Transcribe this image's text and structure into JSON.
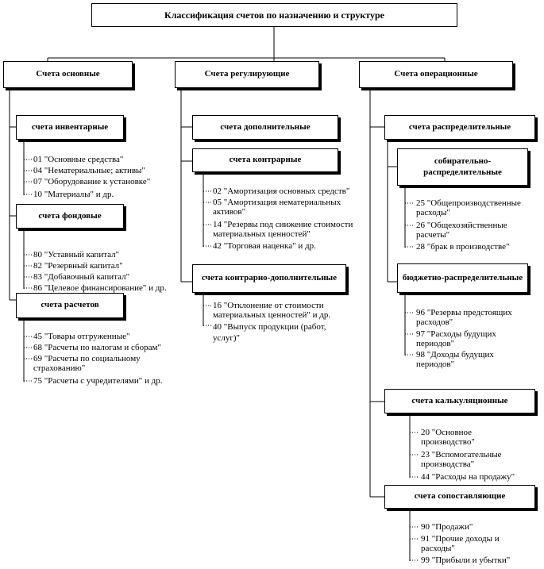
{
  "title": "Классификация  счетов по назначению  и структуре",
  "columns": {
    "main": {
      "label": "Счета основные",
      "groups": {
        "inventory": {
          "label": "счета инвентарные",
          "items": [
            "01 \"Основные средства\"",
            "04 \"Нематериальные; активы\"",
            "07 \"Оборудование к установке\"",
            "10 \"Материалы\" и др."
          ]
        },
        "funds": {
          "label": "счета фондовые",
          "items": [
            "80 \"Уставный капитал\"",
            "82 \"Резервный капитал\"",
            "83 \"Добавочный капитал\"",
            "86 \"Целевое финансирование\"  и др."
          ]
        },
        "settlements": {
          "label": "счета расчетов",
          "items": [
            "45 \"Товары отгруженные\"",
            "68 \"Расчеты по налогам  и сборам\"",
            "69 \"Расчеты по социальному страхованию\"",
            "75 \"Расчеты с учредителями\" и др."
          ]
        }
      }
    },
    "regulating": {
      "label": "Счета регулирующие",
      "groups": {
        "additional": {
          "label": "счета дополнительные",
          "items": []
        },
        "contra": {
          "label": "счета контрарные",
          "items": [
            "02 \"Амортизация основных средств\"",
            "05 \"Амортизация нематериальных активов\"",
            "14 \"Резервы под снижение стоимости  материальных ценностей\"",
            "42 \"Торговая наценка\"  и др."
          ]
        },
        "contra_additional": {
          "label": "счета контрарно-дополнительные",
          "items": [
            "16 \"Отклонение  от стоимости материальных  ценностей\"  и др.",
            "40 \"Выпуск продукции (работ, услуг)\""
          ]
        }
      }
    },
    "operational": {
      "label": "Счета операционные",
      "groups": {
        "distributive": {
          "label": "счета распределительные"
        },
        "collective": {
          "label": "собирательно-распределительные",
          "items": [
            "25 \"Общепроизводственные расходы\"",
            "26 \"Общехозяйственные расчеты\"",
            "28 \"брак в производстве\""
          ]
        },
        "budget": {
          "label": "бюджетно-распределительные",
          "items": [
            "96 \"Резервы предстоящих расходов\"",
            "97 \"Расходы будущих периодов\"",
            "98 \"Доходы будущих периодов\""
          ]
        },
        "calculation": {
          "label": "счета калькуляционные",
          "items": [
            "20 \"Основное производство\"",
            "23 \"Вспомогательные производства\"",
            "44 \"Расходы на продажу\""
          ]
        },
        "comparison": {
          "label": "счета сопоставляющие",
          "items": [
            "90 \"Продажи\"",
            "91 \"Прочие доходы  и расходы\"",
            "99 \"Прибыли и убытки\""
          ]
        }
      }
    }
  }
}
